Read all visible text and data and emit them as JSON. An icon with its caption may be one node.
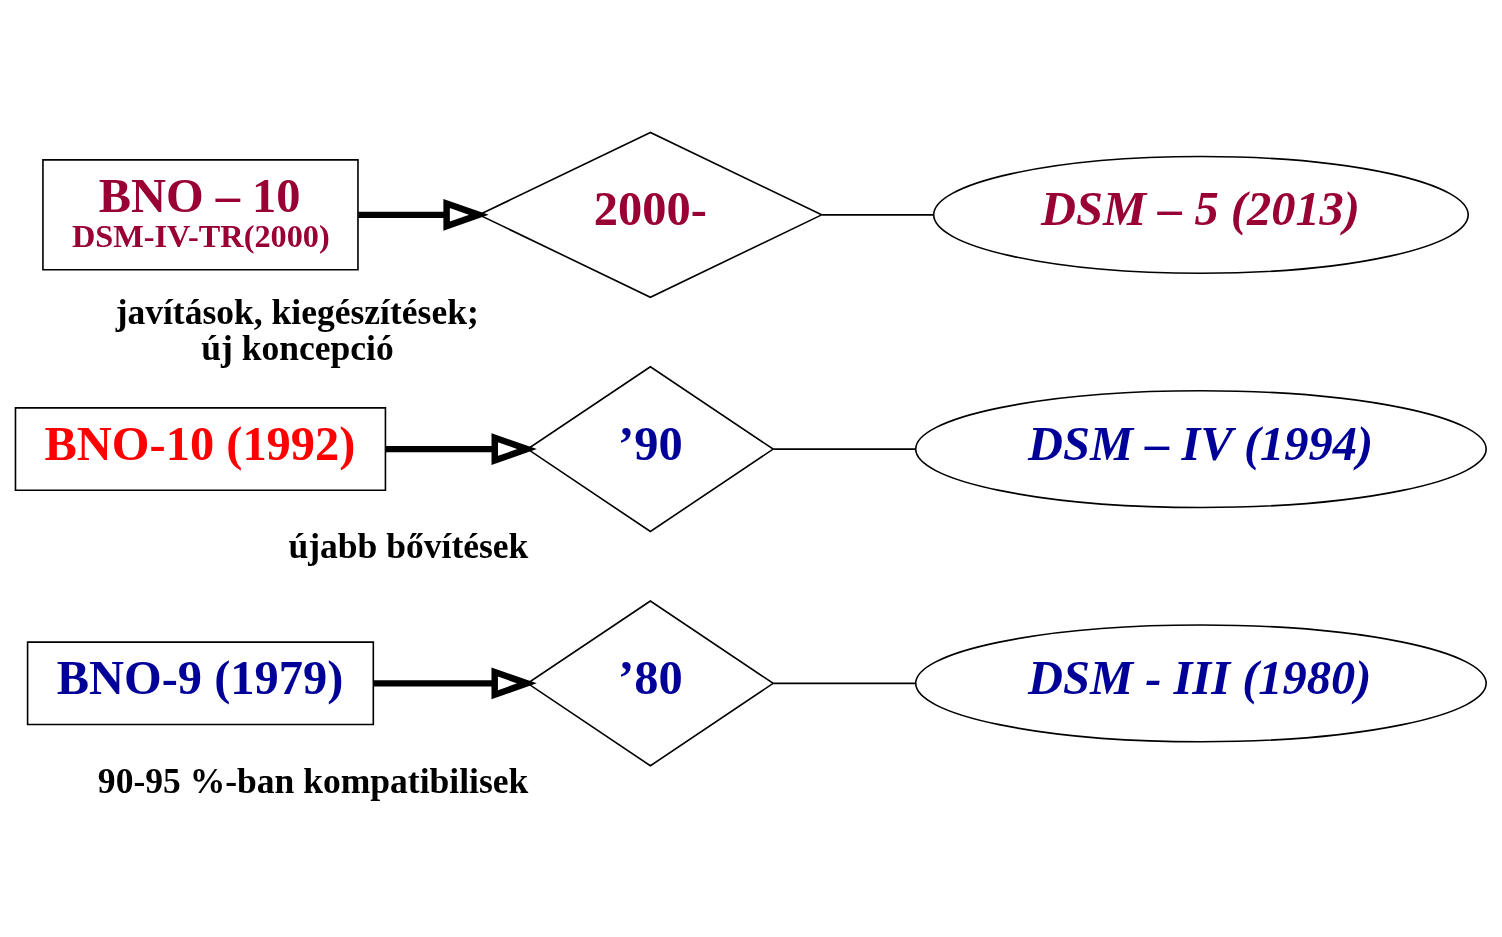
{
  "diagram": {
    "nodes": [
      {
        "text": [
          "BNO-9 (1979)"
        ]
      },
      {
        "text": [
          "’80"
        ],
        "beside": [
          "90-95 %-ban kompatibilisek"
        ]
      },
      {
        "text": [
          "DSM - III (1980)"
        ]
      },
      {
        "text": [
          "BNO-10 (1992)"
        ]
      },
      {
        "text": [
          "’90"
        ],
        "beside": [
          "újabb bővítések"
        ]
      },
      {
        "text": [
          "DSM – IV (1994)"
        ]
      },
      {
        "text": [
          "BNO – 10",
          "DSM-IV-TR(2000)"
        ]
      },
      {
        "text": [
          "2000-"
        ],
        "beside": [
          "javítások, kiegészítések;",
          "új koncepció"
        ]
      },
      {
        "text": [
          "DSM – 5 (2013)"
        ]
      }
    ],
    "edges": [
      {
        "from": 0,
        "to": 1,
        "arrow": "to",
        "style": "thick"
      },
      {
        "from": 1,
        "to": 2,
        "arrow": "none"
      },
      {
        "from": 3,
        "to": 4,
        "arrow": "to",
        "style": "thick"
      },
      {
        "from": 4,
        "to": 5,
        "arrow": "none"
      },
      {
        "from": 6,
        "to": 7,
        "arrow": "to",
        "style": "thick"
      },
      {
        "from": 7,
        "to": 8,
        "arrow": "none"
      }
    ]
  }
}
